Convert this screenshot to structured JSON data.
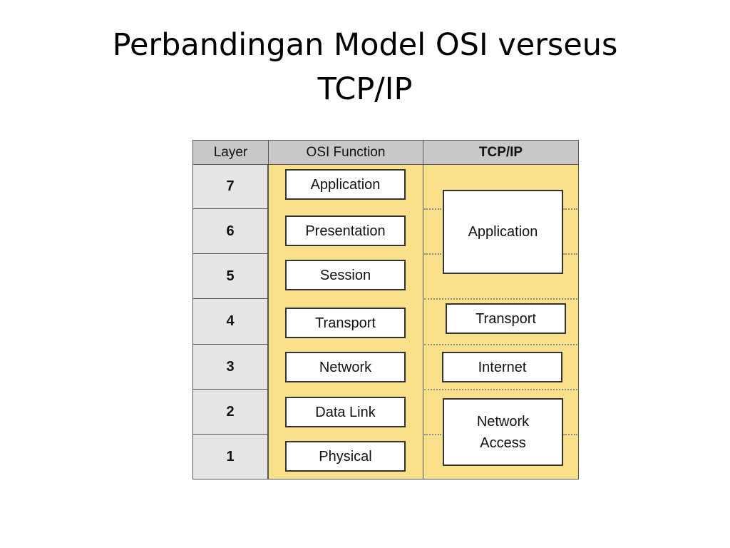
{
  "title": {
    "line1": "Perbandingan Model OSI verseus",
    "line2": "TCP/IP"
  },
  "table": {
    "headers": {
      "layer": "Layer",
      "osi": "OSI Function",
      "tcpip": "TCP/IP"
    },
    "layers": [
      "7",
      "6",
      "5",
      "4",
      "3",
      "2",
      "1"
    ],
    "osi_functions": [
      "Application",
      "Presentation",
      "Session",
      "Transport",
      "Network",
      "Data Link",
      "Physical"
    ],
    "tcpip_layers": {
      "application": "Application",
      "transport": "Transport",
      "internet": "Internet",
      "network_access_line1": "Network",
      "network_access_line2": "Access"
    }
  },
  "colors": {
    "header_bg": "#c8c8c8",
    "layer_bg": "#e6e6e6",
    "function_bg": "#fbe08c",
    "box_bg": "#ffffff"
  }
}
